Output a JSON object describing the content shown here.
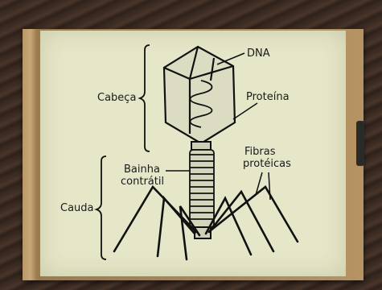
{
  "labels": {
    "dna": "DNA",
    "cabeca": "Cabeça",
    "proteina": "Proteína",
    "bainha_line1": "Bainha",
    "bainha_line2": "contrátil",
    "fibras_line1": "Fibras",
    "fibras_line2": "protéicas",
    "cauda": "Cauda"
  }
}
